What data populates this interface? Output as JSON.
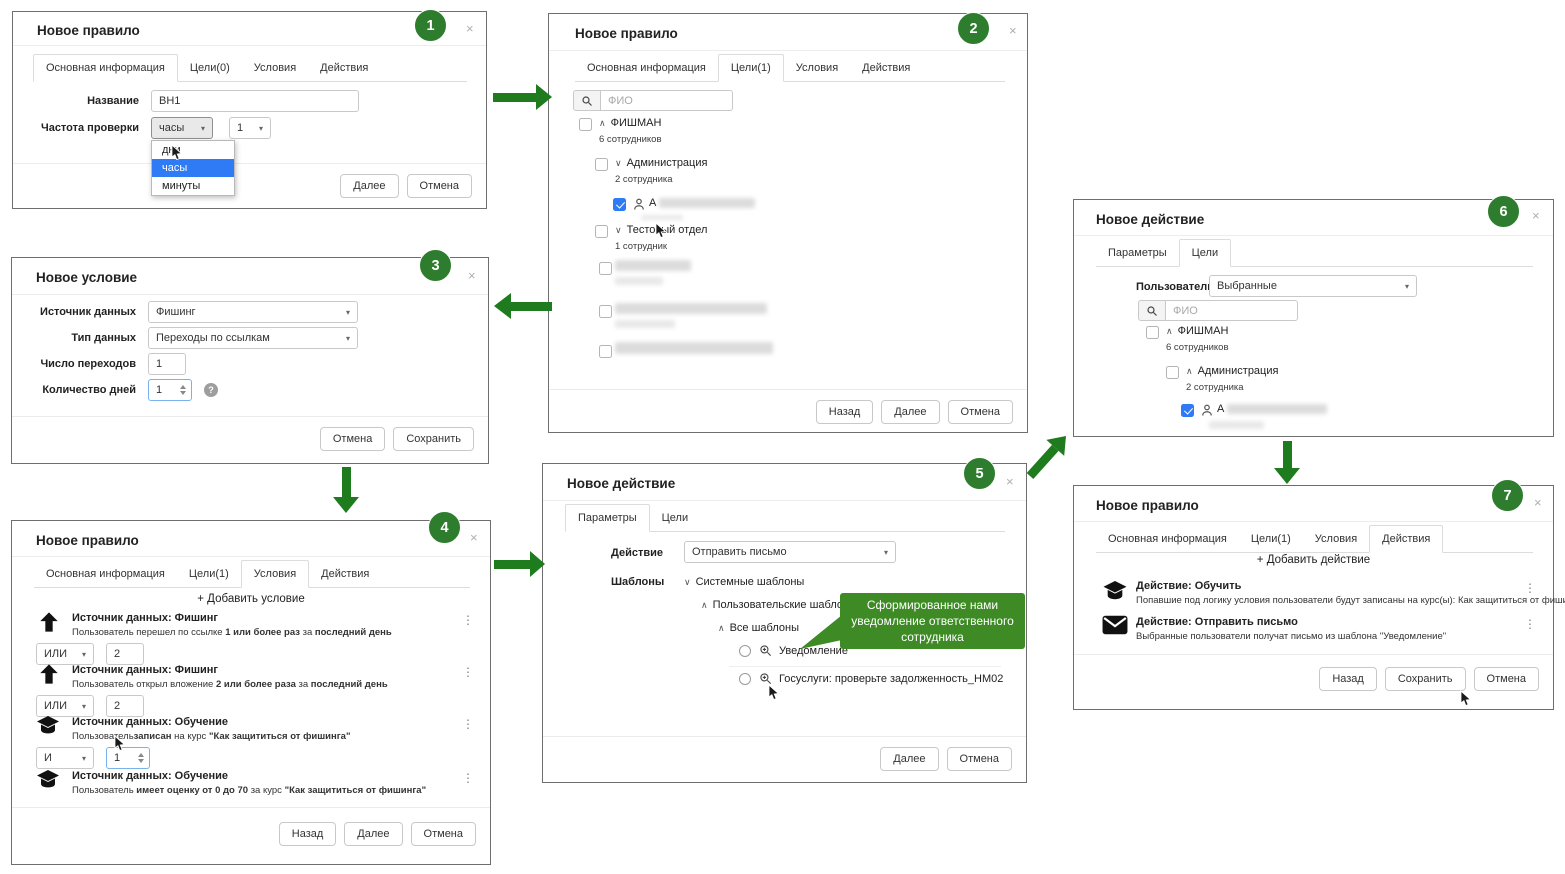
{
  "ui": {
    "close": "×",
    "chev_up": "∧",
    "chev_down": "∨",
    "caret": "▾",
    "kebab": "⋮",
    "help": "?"
  },
  "badges": {
    "b1": "1",
    "b2": "2",
    "b3": "3",
    "b4": "4",
    "b5": "5",
    "b6": "6",
    "b7": "7"
  },
  "callout": {
    "text": "Сформированное нами уведомление ответственного сотрудника"
  },
  "colors": {
    "arrow_green": "#1e7b1e",
    "badge_green": "#2e7d2e",
    "callout_green": "#3e8b26",
    "selection_blue": "#2f7bf6"
  },
  "d1": {
    "title": "Новое правило",
    "tabs": [
      "Основная информация",
      "Цели(0)",
      "Условия",
      "Действия"
    ],
    "name_label": "Название",
    "name_value": "ВН1",
    "freq_label": "Частота проверки",
    "freq_value": "часы",
    "freq_count": "1",
    "options": [
      "дни",
      "часы",
      "минуты"
    ],
    "btn_next": "Далее",
    "btn_cancel": "Отмена"
  },
  "d2": {
    "title": "Новое правило",
    "tabs": [
      "Основная информация",
      "Цели(1)",
      "Условия",
      "Действия"
    ],
    "search_placeholder": "ФИО",
    "org": "ФИШМАН",
    "org_count": "6 сотрудников",
    "dept1": "Администрация",
    "dept1_count": "2 сотрудника",
    "user1_initial": "А",
    "dept2": "Тестовый отдел",
    "dept2_count": "1 сотрудник",
    "btn_back": "Назад",
    "btn_next": "Далее",
    "btn_cancel": "Отмена"
  },
  "d3": {
    "title": "Новое условие",
    "src_label": "Источник данных",
    "src_value": "Фишинг",
    "type_label": "Тип данных",
    "type_value": "Переходы по ссылкам",
    "clicks_label": "Число переходов",
    "clicks_value": "1",
    "days_label": "Количество дней",
    "days_value": "1",
    "btn_cancel": "Отмена",
    "btn_save": "Сохранить"
  },
  "d4": {
    "title": "Новое правило",
    "tabs": [
      "Основная информация",
      "Цели(1)",
      "Условия",
      "Действия"
    ],
    "add_condition": "+  Добавить условие",
    "conditions": [
      {
        "title": "Источник данных: Фишинг",
        "t1": "Пользователь перешел по ссылке ",
        "b1": "1 или более раз",
        "t2": " за ",
        "b2": "последний день",
        "op": "ИЛИ",
        "val": "2"
      },
      {
        "title": "Источник данных: Фишинг",
        "t1": "Пользователь открыл вложение ",
        "b1": "2 или более раза",
        "t2": " за ",
        "b2": "последний день",
        "op": "ИЛИ",
        "val": "2"
      },
      {
        "title": "Источник данных: Обучение",
        "t1": "Пользователь",
        "b1": "записан",
        "t2": " на курс ",
        "b2": "\"Как защититься от фишинга\"",
        "op": "И",
        "val": "1"
      },
      {
        "title": "Источник данных: Обучение",
        "t1": "Пользователь ",
        "b1": "имеет оценку от 0 до 70",
        "t2": " за курс ",
        "b2": "\"Как защититься от фишинга\""
      }
    ],
    "btn_back": "Назад",
    "btn_next": "Далее",
    "btn_cancel": "Отмена"
  },
  "d5": {
    "title": "Новое действие",
    "tabs": [
      "Параметры",
      "Цели"
    ],
    "action_label": "Действие",
    "action_value": "Отправить письмо",
    "templates_label": "Шаблоны",
    "tree1": "Системные шаблоны",
    "tree2": "Пользовательские шаблоны",
    "tree3": "Все шаблоны",
    "radio1": "Уведомление",
    "radio2": "Госуслуги: проверьте задолженность_НМ02",
    "btn_next": "Далее",
    "btn_cancel": "Отмена"
  },
  "d6": {
    "title": "Новое действие",
    "tabs": [
      "Параметры",
      "Цели"
    ],
    "users_label": "Пользователи",
    "users_value": "Выбранные",
    "search_placeholder": "ФИО",
    "org": "ФИШМАН",
    "org_count": "6 сотрудников",
    "dept": "Администрация",
    "dept_count": "2 сотрудника",
    "user_initial": "А"
  },
  "d7": {
    "title": "Новое правило",
    "tabs": [
      "Основная информация",
      "Цели(1)",
      "Условия",
      "Действия"
    ],
    "add_action": "+  Добавить действие",
    "actions": [
      {
        "title": "Действие: Обучить",
        "desc": "Попавшие под логику условия пользователи будут записаны на курс(ы): Как защититься от фишинга"
      },
      {
        "title": "Действие: Отправить письмо",
        "desc": "Выбранные пользователи получат письмо из шаблона \"Уведомление\""
      }
    ],
    "btn_back": "Назад",
    "btn_save": "Сохранить",
    "btn_cancel": "Отмена"
  }
}
